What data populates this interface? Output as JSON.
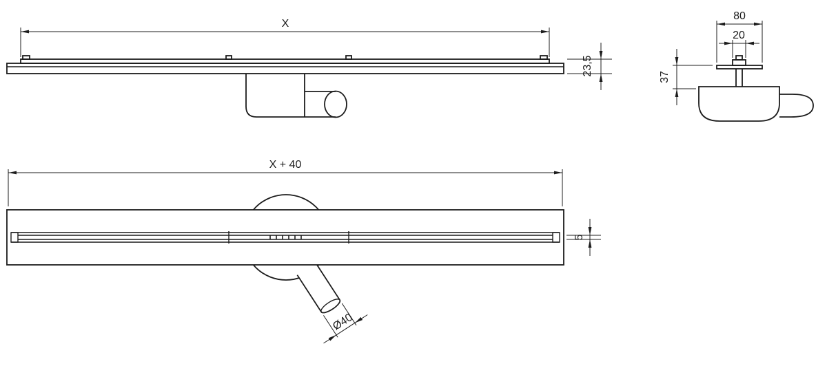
{
  "drawing": {
    "side_view": {
      "length_label": "X",
      "height_label": "23,5"
    },
    "end_view": {
      "width_label": "80",
      "top_width_label": "20",
      "depth_label": "37"
    },
    "plan_view": {
      "length_label": "X + 40",
      "slot_width_label": "5",
      "pipe_diameter_label": "Ø40"
    },
    "colors": {
      "line": "#1c1c1c",
      "background": "#ffffff"
    }
  }
}
